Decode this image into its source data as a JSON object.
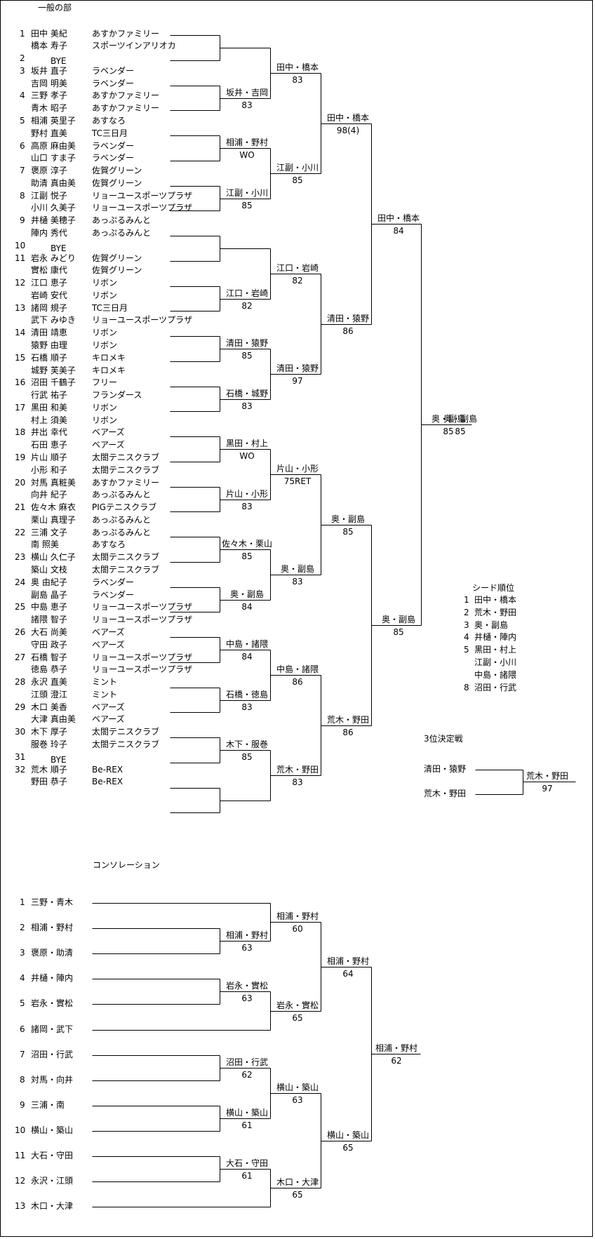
{
  "title": "一般の部",
  "main_rows": [
    {
      "num": "1",
      "name": "田中 美紀",
      "club": "あすかファミリー"
    },
    {
      "num": "",
      "name": "橋本 寿子",
      "club": "スポーツインアリオカ"
    },
    {
      "num": "2",
      "name": "",
      "club": "",
      "bye": "BYE"
    },
    {
      "num": "3",
      "name": "坂井 直子",
      "club": "ラベンダー"
    },
    {
      "num": "",
      "name": "吉岡 明美",
      "club": "ラベンダー"
    },
    {
      "num": "4",
      "name": "三野 孝子",
      "club": "あすかファミリー"
    },
    {
      "num": "",
      "name": "青木 昭子",
      "club": "あすかファミリー"
    },
    {
      "num": "5",
      "name": "相浦 英里子",
      "club": "あすなろ"
    },
    {
      "num": "",
      "name": "野村 直美",
      "club": "TC三日月"
    },
    {
      "num": "6",
      "name": "高原 麻由美",
      "club": "ラベンダー"
    },
    {
      "num": "",
      "name": "山口 すま子",
      "club": "ラベンダー"
    },
    {
      "num": "7",
      "name": "褒原 淳子",
      "club": "佐賀グリーン"
    },
    {
      "num": "",
      "name": "助清 真由美",
      "club": "佐賀グリーン"
    },
    {
      "num": "8",
      "name": "江副 悦子",
      "club": "リョーユースポーツプラザ"
    },
    {
      "num": "",
      "name": "小川 久美子",
      "club": "リョーユースポーツプラザ"
    },
    {
      "num": "9",
      "name": "井樋 美穂子",
      "club": "あっぷるみんと"
    },
    {
      "num": "",
      "name": "陣内 秀代",
      "club": "あっぷるみんと"
    },
    {
      "num": "10",
      "name": "",
      "club": "",
      "bye": "BYE"
    },
    {
      "num": "11",
      "name": "岩永 みどり",
      "club": "佐賀グリーン"
    },
    {
      "num": "",
      "name": "實松 康代",
      "club": "佐賀グリーン"
    },
    {
      "num": "12",
      "name": "江口 恵子",
      "club": "リボン"
    },
    {
      "num": "",
      "name": "岩崎 安代",
      "club": "リボン"
    },
    {
      "num": "13",
      "name": "諸岡 規子",
      "club": "TC三日月"
    },
    {
      "num": "",
      "name": "武下 みゆき",
      "club": "リョーユースポーツプラザ"
    },
    {
      "num": "14",
      "name": "清田 靖恵",
      "club": "リボン"
    },
    {
      "num": "",
      "name": "猿野 由理",
      "club": "リボン"
    },
    {
      "num": "15",
      "name": "石橋 順子",
      "club": "キロメキ"
    },
    {
      "num": "",
      "name": "城野 芙美子",
      "club": "キロメキ"
    },
    {
      "num": "16",
      "name": "沼田 千鶴子",
      "club": "フリー"
    },
    {
      "num": "",
      "name": "行武 祐子",
      "club": "フランダース"
    },
    {
      "num": "17",
      "name": "黒田 和美",
      "club": "リボン"
    },
    {
      "num": "",
      "name": "村上 須美",
      "club": "リボン"
    },
    {
      "num": "18",
      "name": "井出 幸代",
      "club": "ベアーズ"
    },
    {
      "num": "",
      "name": "石田 恵子",
      "club": "ベアーズ"
    },
    {
      "num": "19",
      "name": "片山 順子",
      "club": "太閤テニスクラブ"
    },
    {
      "num": "",
      "name": "小形 和子",
      "club": "太閤テニスクラブ"
    },
    {
      "num": "20",
      "name": "対馬 真粧美",
      "club": "あすかファミリー"
    },
    {
      "num": "",
      "name": "向井 紀子",
      "club": "あっぷるみんと"
    },
    {
      "num": "21",
      "name": "佐々木 麻衣",
      "club": "PIGテニスクラブ"
    },
    {
      "num": "",
      "name": "栗山 真理子",
      "club": "あっぷるみんと"
    },
    {
      "num": "22",
      "name": "三浦 文子",
      "club": "あっぷるみんと"
    },
    {
      "num": "",
      "name": "南 照美",
      "club": "あすなろ"
    },
    {
      "num": "23",
      "name": "横山 久仁子",
      "club": "太閤テニスクラブ"
    },
    {
      "num": "",
      "name": "築山 文枝",
      "club": "太閤テニスクラブ"
    },
    {
      "num": "24",
      "name": "奥 由紀子",
      "club": "ラベンダー"
    },
    {
      "num": "",
      "name": "副島 晶子",
      "club": "ラベンダー"
    },
    {
      "num": "25",
      "name": "中島 恵子",
      "club": "リョーユースポーツプラザ"
    },
    {
      "num": "",
      "name": "諸隈 智子",
      "club": "リョーユースポーツプラザ"
    },
    {
      "num": "26",
      "name": "大石 尚美",
      "club": "ベアーズ"
    },
    {
      "num": "",
      "name": "守田 政子",
      "club": "ベアーズ"
    },
    {
      "num": "27",
      "name": "石橋 智子",
      "club": "リョーユースポーツプラザ"
    },
    {
      "num": "",
      "name": "徳島 恭子",
      "club": "リョーユースポーツプラザ"
    },
    {
      "num": "28",
      "name": "永沢 直美",
      "club": "ミント"
    },
    {
      "num": "",
      "name": "江頭 澄江",
      "club": "ミント"
    },
    {
      "num": "29",
      "name": "木口 美香",
      "club": "ベアーズ"
    },
    {
      "num": "",
      "name": "大津 真由美",
      "club": "ベアーズ"
    },
    {
      "num": "30",
      "name": "木下 厚子",
      "club": "太閤テニスクラブ"
    },
    {
      "num": "",
      "name": "服巻 玲子",
      "club": "太閤テニスクラブ"
    },
    {
      "num": "31",
      "name": "",
      "club": "",
      "bye": "BYE"
    },
    {
      "num": "32",
      "name": "荒木 順子",
      "club": "Be-REX"
    },
    {
      "num": "",
      "name": "野田 恭子",
      "club": "Be-REX"
    }
  ],
  "r1_results": [
    {
      "pair": "",
      "score": ""
    },
    {
      "pair": "坂井・吉岡",
      "score": "83"
    },
    {
      "pair": "相浦・野村",
      "score": "WO"
    },
    {
      "pair": "江副・小川",
      "score": "85"
    },
    {
      "pair": "",
      "score": ""
    },
    {
      "pair": "江口・岩崎",
      "score": "82"
    },
    {
      "pair": "清田・猿野",
      "score": "85"
    },
    {
      "pair": "石橋・城野",
      "score": "83"
    },
    {
      "pair": "黒田・村上",
      "score": "WO"
    },
    {
      "pair": "片山・小形",
      "score": "83"
    },
    {
      "pair": "佐々木・栗山",
      "score": "85"
    },
    {
      "pair": "奥・副島",
      "score": "84"
    },
    {
      "pair": "中島・諸隈",
      "score": "84"
    },
    {
      "pair": "石橋・徳島",
      "score": "83"
    },
    {
      "pair": "木下・服巻",
      "score": "85"
    },
    {
      "pair": "",
      "score": ""
    }
  ],
  "r2_results": [
    {
      "pair": "田中・橋本",
      "score": "83"
    },
    {
      "pair": "江副・小川",
      "score": "85"
    },
    {
      "pair": "江口・岩崎",
      "score": "82"
    },
    {
      "pair": "清田・猿野",
      "score": "97"
    },
    {
      "pair": "片山・小形",
      "score": "75RET"
    },
    {
      "pair": "奥・副島",
      "score": "83"
    },
    {
      "pair": "中島・諸隈",
      "score": "86"
    },
    {
      "pair": "荒木・野田",
      "score": "83"
    }
  ],
  "r3_results": [
    {
      "pair": "田中・橋本",
      "score": "98(4)"
    },
    {
      "pair": "清田・猿野",
      "score": "86"
    },
    {
      "pair": "奥・副島",
      "score": "85"
    },
    {
      "pair": "荒木・野田",
      "score": "86"
    }
  ],
  "r4_results": [
    {
      "pair": "田中・橋本",
      "score": "84"
    },
    {
      "pair": "奥・副島",
      "score": "85"
    }
  ],
  "final_result": {
    "pair": "奥・副島",
    "score": "85"
  },
  "seeds": {
    "title": "シード順位",
    "items": [
      {
        "num": "1",
        "pair": "田中・橋本"
      },
      {
        "num": "2",
        "pair": "荒木・野田"
      },
      {
        "num": "3",
        "pair": "奥・副島"
      },
      {
        "num": "4",
        "pair": "井樋・陣内"
      },
      {
        "num": "5",
        "pair": "黒田・村上"
      },
      {
        "num": "",
        "pair": "江副・小川"
      },
      {
        "num": "",
        "pair": "中島・諸隈"
      },
      {
        "num": "8",
        "pair": "沼田・行武"
      }
    ]
  },
  "third_place": {
    "title": "3位決定戦",
    "team1": "清田・猿野",
    "team2": "荒木・野田",
    "winner": "荒木・野田",
    "score": "97"
  },
  "consolation": {
    "title": "コンソレーション",
    "entries": [
      {
        "num": "1",
        "pair": "三野・青木"
      },
      {
        "num": "2",
        "pair": "相浦・野村"
      },
      {
        "num": "3",
        "pair": "褒原・助清"
      },
      {
        "num": "4",
        "pair": "井樋・陣内"
      },
      {
        "num": "5",
        "pair": "岩永・實松"
      },
      {
        "num": "6",
        "pair": "諸岡・武下"
      },
      {
        "num": "7",
        "pair": "沼田・行武"
      },
      {
        "num": "8",
        "pair": "対馬・向井"
      },
      {
        "num": "9",
        "pair": "三浦・南"
      },
      {
        "num": "10",
        "pair": "横山・築山"
      },
      {
        "num": "11",
        "pair": "大石・守田"
      },
      {
        "num": "12",
        "pair": "永沢・江頭"
      },
      {
        "num": "13",
        "pair": "木口・大津"
      }
    ],
    "r1": [
      {
        "pair": "相浦・野村",
        "score": "63"
      },
      {
        "pair": "岩永・實松",
        "score": "63"
      },
      {
        "pair": "沼田・行武",
        "score": "62"
      },
      {
        "pair": "横山・築山",
        "score": "61"
      },
      {
        "pair": "大石・守田",
        "score": "61"
      }
    ],
    "r2": [
      {
        "pair": "相浦・野村",
        "score": "60"
      },
      {
        "pair": "岩永・實松",
        "score": "65"
      },
      {
        "pair": "横山・築山",
        "score": "63"
      },
      {
        "pair": "木口・大津",
        "score": "65"
      }
    ],
    "r3": [
      {
        "pair": "相浦・野村",
        "score": "64"
      },
      {
        "pair": "横山・築山",
        "score": "65"
      }
    ],
    "final": {
      "pair": "相浦・野村",
      "score": "62"
    }
  }
}
